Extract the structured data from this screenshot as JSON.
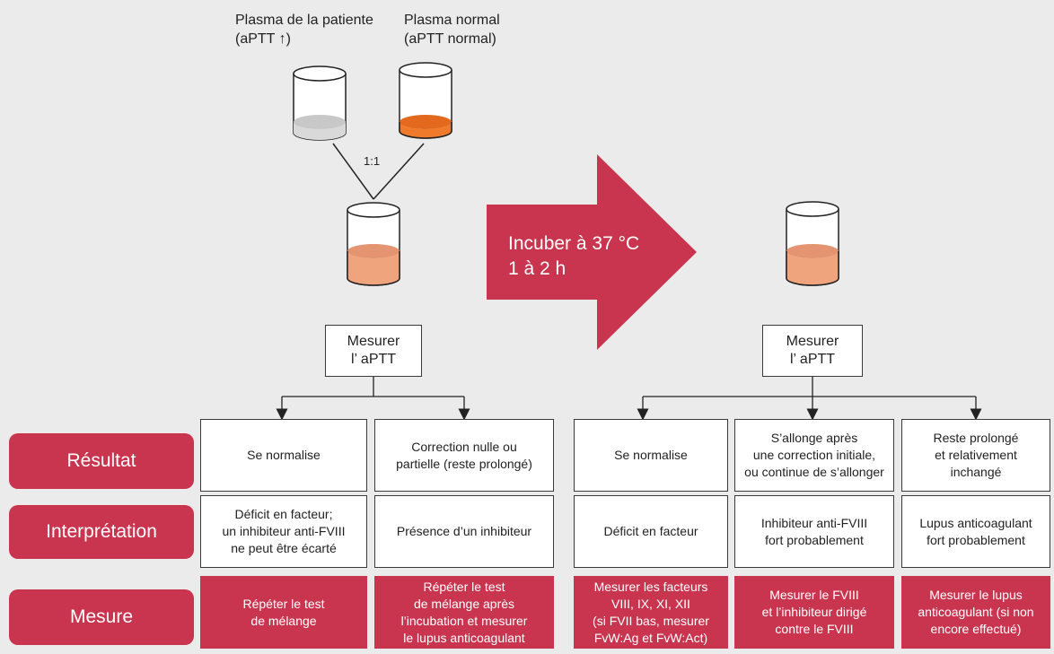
{
  "tubes": {
    "patient_label": "Plasma de la patiente\n(aPTT ↑)",
    "normal_label": "Plasma normal\n(aPTT normal)",
    "ratio": "1:1"
  },
  "arrow": {
    "text": "Incuber à 37 °C\n1 à 2 h"
  },
  "measure_left": "Mesurer\nl’ aPTT",
  "measure_right": "Mesurer\nl’ aPTT",
  "rows": {
    "result": "Résultat",
    "interpretation": "Interprétation",
    "action": "Mesure"
  },
  "columns": [
    {
      "result": "Se normalise",
      "interpretation": "Déficit en facteur;\nun inhibiteur anti-FVIII\nne peut être écarté",
      "action": "Répéter le test\nde mélange"
    },
    {
      "result": "Correction nulle ou\npartielle (reste prolongé)",
      "interpretation": "Présence d’un inhibiteur",
      "action": "Répéter le test\nde mélange après\nl’incubation et mesurer\nle lupus anticoagulant"
    },
    {
      "result": "Se normalise",
      "interpretation": "Déficit en facteur",
      "action": "Mesurer les facteurs\nVIII,   IX, XI, XII\n(si FVII bas, mesurer\nFvW:Ag et FvW:Act)"
    },
    {
      "result": "S’allonge après\nune correction initiale,\nou continue de s’allonger",
      "interpretation": "Inhibiteur anti-FVIII\nfort probablement",
      "action": "Mesurer le FVIII\net l’inhibiteur dirigé\ncontre le FVIII"
    },
    {
      "result": "Reste prolongé\net relativement\ninchangé",
      "interpretation": "Lupus anticoagulant\nfort probablement",
      "action": "Mesurer le lupus\nanticoagulant (si non\nencore effectué)"
    }
  ],
  "colors": {
    "accent": "#c9344f",
    "orange": "#f07a2c",
    "salmon": "#f0a47d",
    "grey_plasma": "#d9d9d9"
  }
}
